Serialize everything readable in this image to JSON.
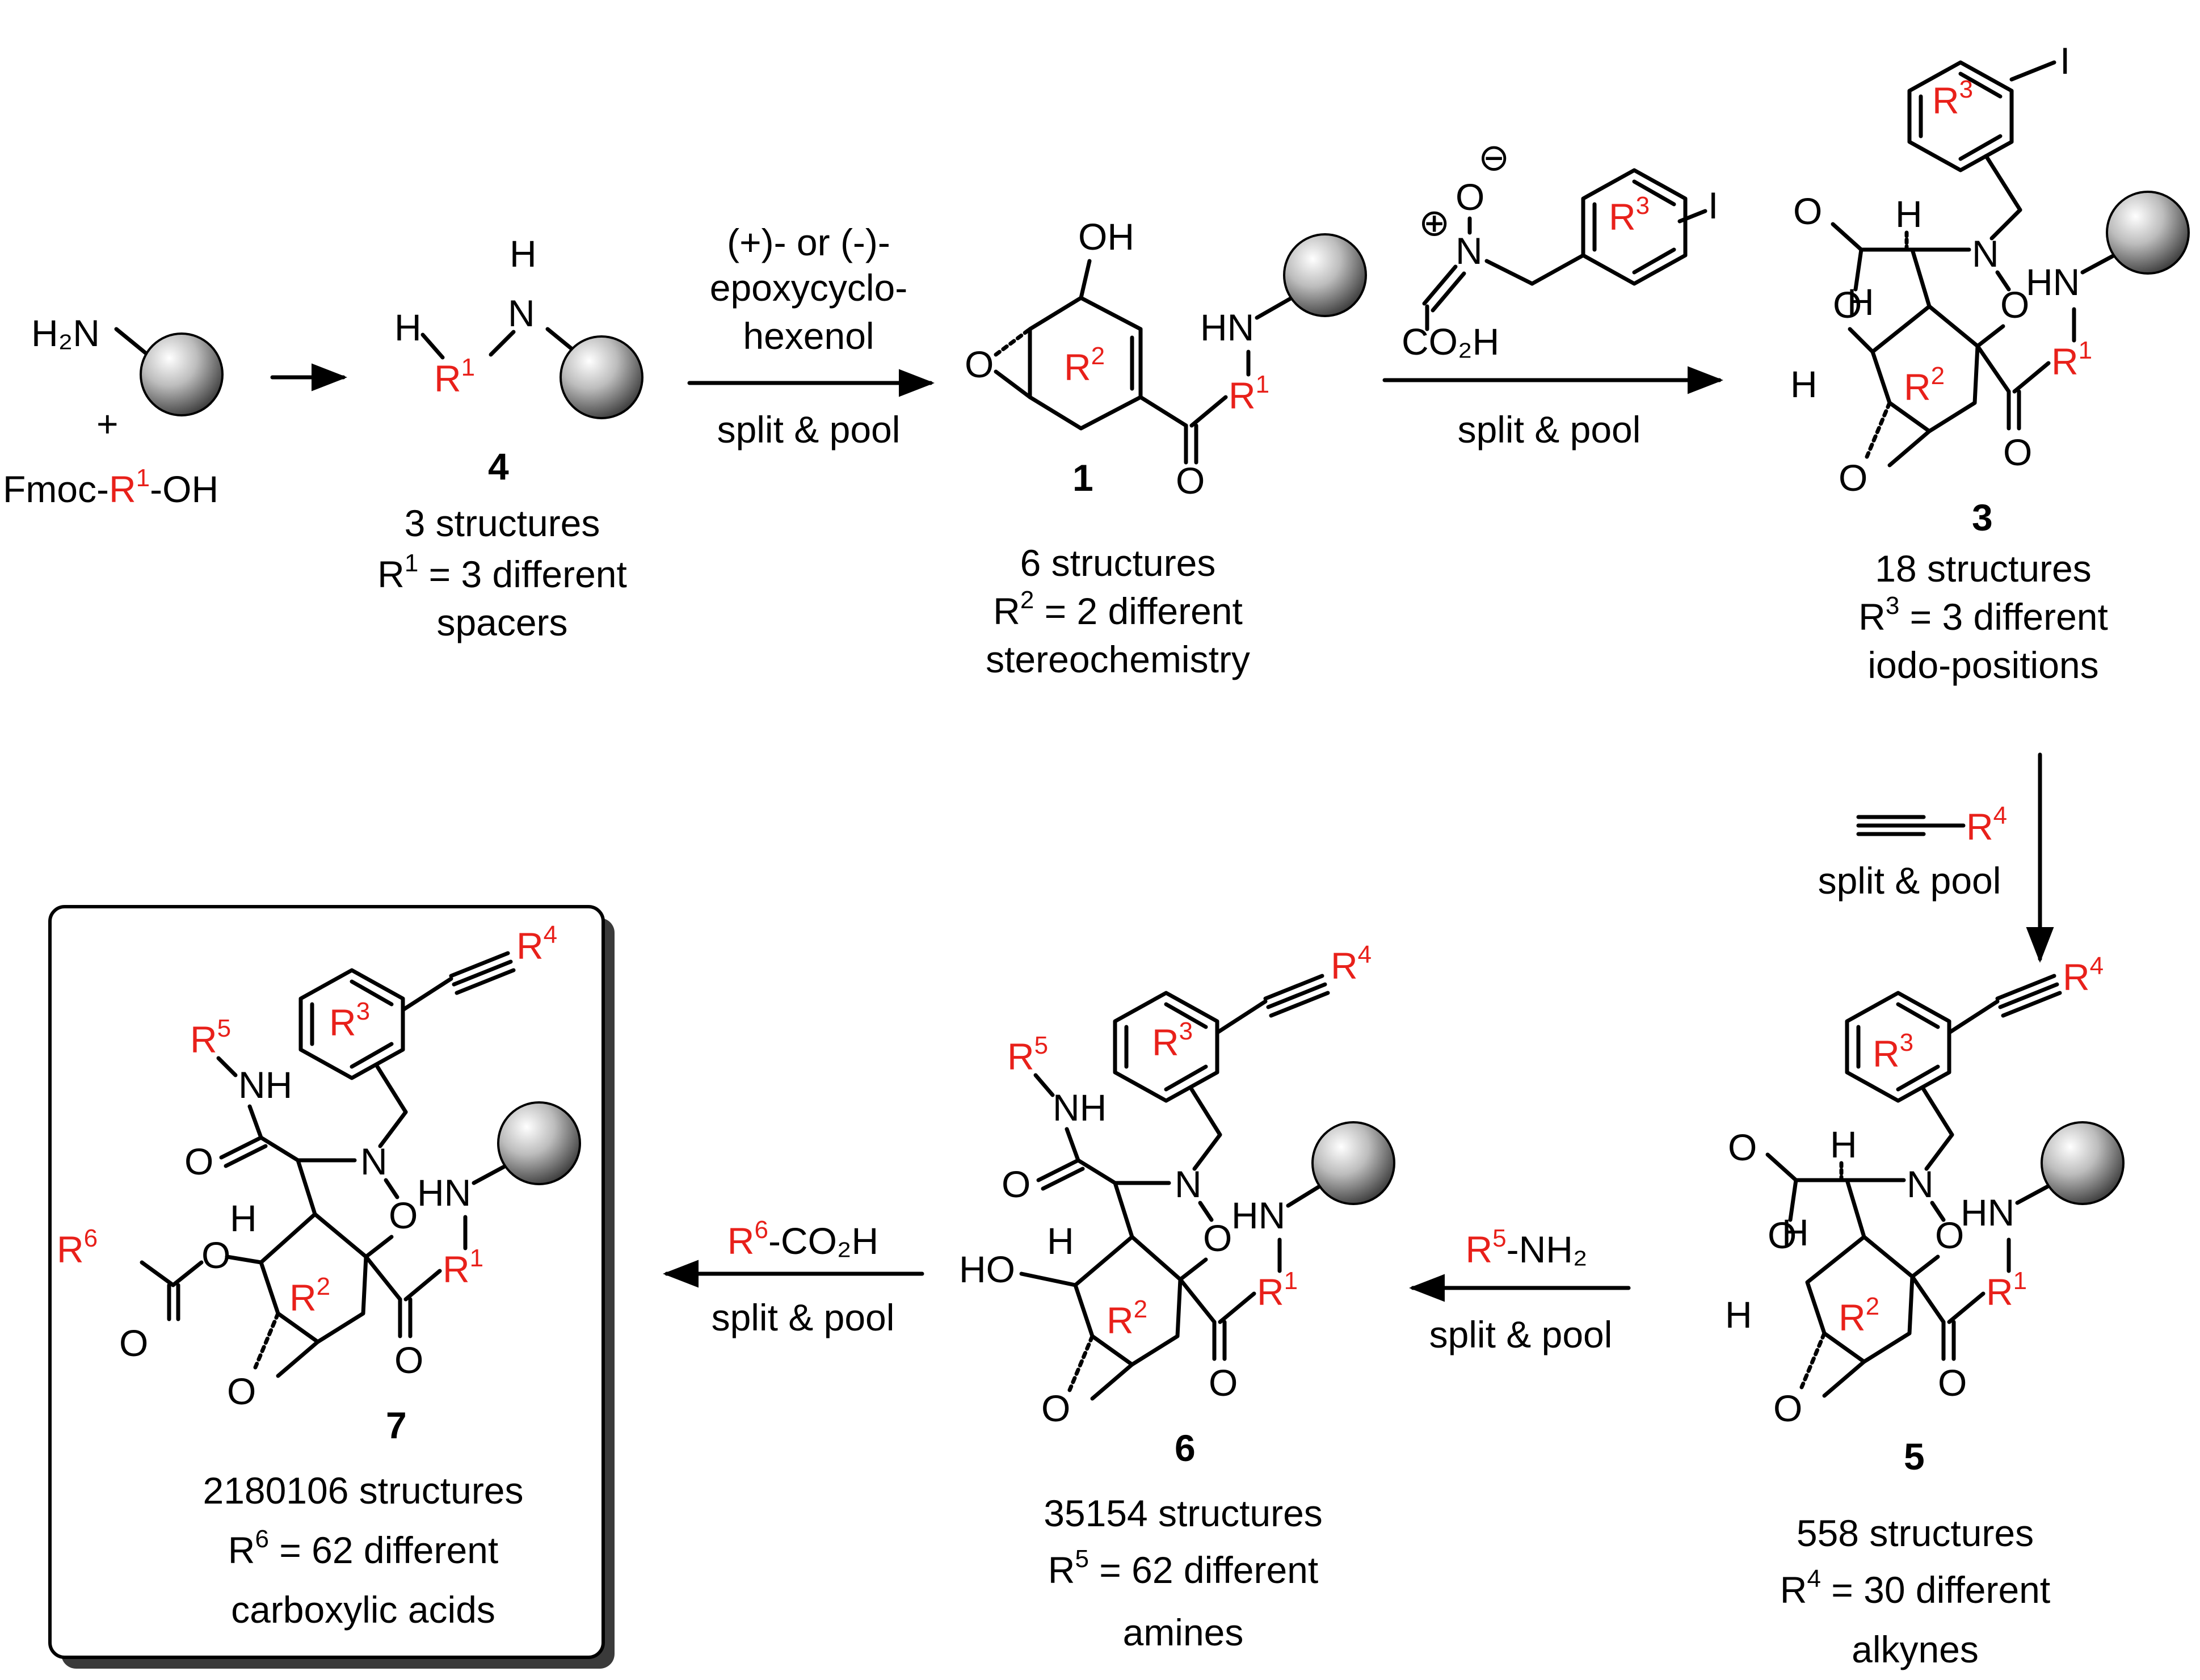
{
  "colors": {
    "r_group": "#e8201a",
    "text": "#000000",
    "background": "#ffffff"
  },
  "icons": {
    "resin_bead": "grey-sphere-icon"
  },
  "start": {
    "amine": "H₂N",
    "plus": "+",
    "fmoc_prefix": "Fmoc-",
    "r": "R",
    "r_sup": "1",
    "fmoc_suffix": "-OH"
  },
  "step1": {
    "line1": "(+)- or (-)-",
    "line2": "epoxycyclo-",
    "line3": "hexenol",
    "below": "split & pool"
  },
  "step2": {
    "nitrone_plus": "⊕",
    "nitrone_minus": "⊖",
    "nitrone_N": "N",
    "nitrone_O": "O",
    "co2h": "CO₂H",
    "iodo": "I",
    "below": "split & pool"
  },
  "step3": {
    "r": "R",
    "r_sup": "4",
    "below": "split & pool"
  },
  "step4": {
    "r": "R",
    "r_sup": "5",
    "suffix": "-NH₂",
    "below": "split & pool"
  },
  "step5": {
    "r": "R",
    "r_sup": "6",
    "suffix": "-CO₂H",
    "below": "split & pool"
  },
  "compounds": {
    "c4": {
      "number": "4",
      "count": "3 structures",
      "line2_r": "R",
      "line2_sup": "1",
      "line2_rest": " = 3 different",
      "line3": "spacers"
    },
    "c1": {
      "number": "1",
      "count": "6 structures",
      "line2_r": "R",
      "line2_sup": "2",
      "line2_rest": " = 2 different",
      "line3": "stereochemistry"
    },
    "c3": {
      "number": "3",
      "count": "18 structures",
      "line2_r": "R",
      "line2_sup": "3",
      "line2_rest": " = 3 different",
      "line3": "iodo-positions"
    },
    "c5": {
      "number": "5",
      "count": "558 structures",
      "line2_r": "R",
      "line2_sup": "4",
      "line2_rest": " = 30 different",
      "line3": "alkynes"
    },
    "c6": {
      "number": "6",
      "count": "35154 structures",
      "line2_r": "R",
      "line2_sup": "5",
      "line2_rest": " = 62 different",
      "line3": "amines"
    },
    "c7": {
      "number": "7",
      "count": "2180106 structures",
      "line2_r": "R",
      "line2_sup": "6",
      "line2_rest": " = 62 different",
      "line3": "carboxylic acids"
    }
  },
  "atoms": {
    "H": "H",
    "N": "N",
    "O": "O",
    "OH": "OH",
    "HN": "HN",
    "NH": "NH",
    "HO": "HO",
    "I": "I",
    "R": "R",
    "s1": "1",
    "s2": "2",
    "s3": "3",
    "s4": "4",
    "s5": "5",
    "s6": "6"
  }
}
